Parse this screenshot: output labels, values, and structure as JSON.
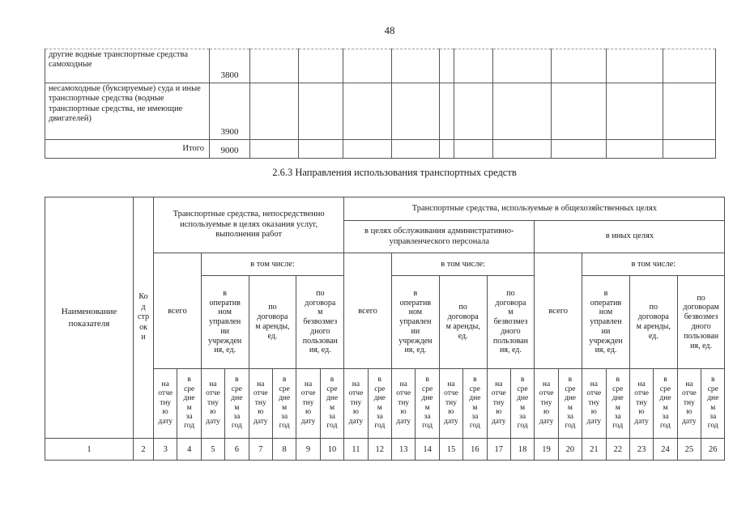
{
  "page_number": "48",
  "top_table": {
    "rows": [
      {
        "name": "другие водные транспортные средства самоходные",
        "code": "3800"
      },
      {
        "name": "несамоходные (буксируемые) суда и иные транспортные средства (водные транспортные средства, не имеющие двигателей)",
        "code": "3900"
      },
      {
        "name": "Итого",
        "code": "9000"
      }
    ]
  },
  "section_title": "2.6.3 Направления использования транспортных средств",
  "main_table": {
    "name_header": "Наименование\nпоказателя",
    "code_header": "Ко\nд\nстр\nок\nи",
    "group_direct": "Транспортные средства, непосредственно\nиспользуемые в целях оказания услуг,\nвыполнения работ",
    "group_general": "Транспортные средства, используемые в общехозяйственных целях",
    "group_admin": "в целях обслуживания административно-\nуправленческого персонала",
    "group_other": "в иных целях",
    "total_label": "всего",
    "including_label": "в том числе:",
    "operational_label": "в\nоператив\nном\nуправлен\nии\nучрежден\nия, ед.",
    "rent_label": "по\nдоговора\nм аренды,\nед.",
    "gratuitous_label": "по\nдоговора\nм\nбезвозмез\nдного\nпользован\nия, ед.",
    "gratuitous_label_wide": "по\nдоговорам\nбезвозмез\nдного\nпользован\nия, ед.",
    "on_date_label": "на\nотче\nтну\nю\nдату",
    "avg_year_label": "в\nсре\nдне\nм\nза\nгод",
    "col_numbers": [
      "1",
      "2",
      "3",
      "4",
      "5",
      "6",
      "7",
      "8",
      "9",
      "10",
      "11",
      "12",
      "13",
      "14",
      "15",
      "16",
      "17",
      "18",
      "19",
      "20",
      "21",
      "22",
      "23",
      "24",
      "25",
      "26"
    ]
  }
}
